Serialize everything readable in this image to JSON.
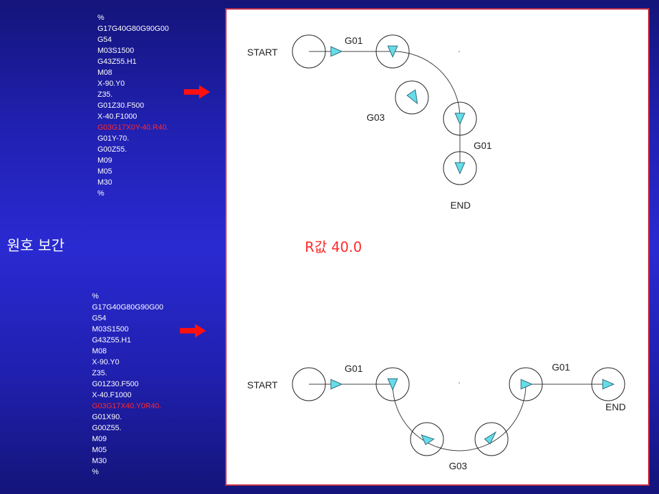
{
  "program_top": {
    "lines": [
      "%",
      "G17G40G80G90G00",
      "G54",
      "M03S1500",
      "G43Z55.H1",
      "M08",
      "X-90.Y0",
      "Z35.",
      "G01Z30.F500",
      "X-40.F1000",
      "G03G17X0Y-40.R40.",
      "G01Y-70.",
      "G00Z55.",
      "M09",
      "M05",
      "M30",
      "%"
    ],
    "highlight_index": 10
  },
  "program_bottom": {
    "lines": [
      "%",
      "G17G40G80G90G00",
      "G54",
      "M03S1500",
      "G43Z55.H1",
      "M08",
      "X-90.Y0",
      "Z35.",
      "G01Z30.F500",
      "X-40.F1000",
      "G03G17X40.Y0R40.",
      "G01X90.",
      "G00Z55.",
      "M09",
      "M05",
      "M30",
      "%"
    ],
    "highlight_index": 10
  },
  "side_title": "원호 보간",
  "r_value_label": "R값 40.0",
  "diagram_top": {
    "start_label": "START",
    "end_label": "END",
    "segment_labels": [
      "G01",
      "G03",
      "G01"
    ]
  },
  "diagram_bottom": {
    "start_label": "START",
    "end_label": "END",
    "segment_labels": [
      "G01",
      "G03",
      "G01"
    ]
  },
  "colors": {
    "highlight": "#ff2a2a",
    "arrow": "#ff1010",
    "panel_border": "#c8324a",
    "marker_fill": "#66dde8",
    "path_line": "#404040"
  }
}
